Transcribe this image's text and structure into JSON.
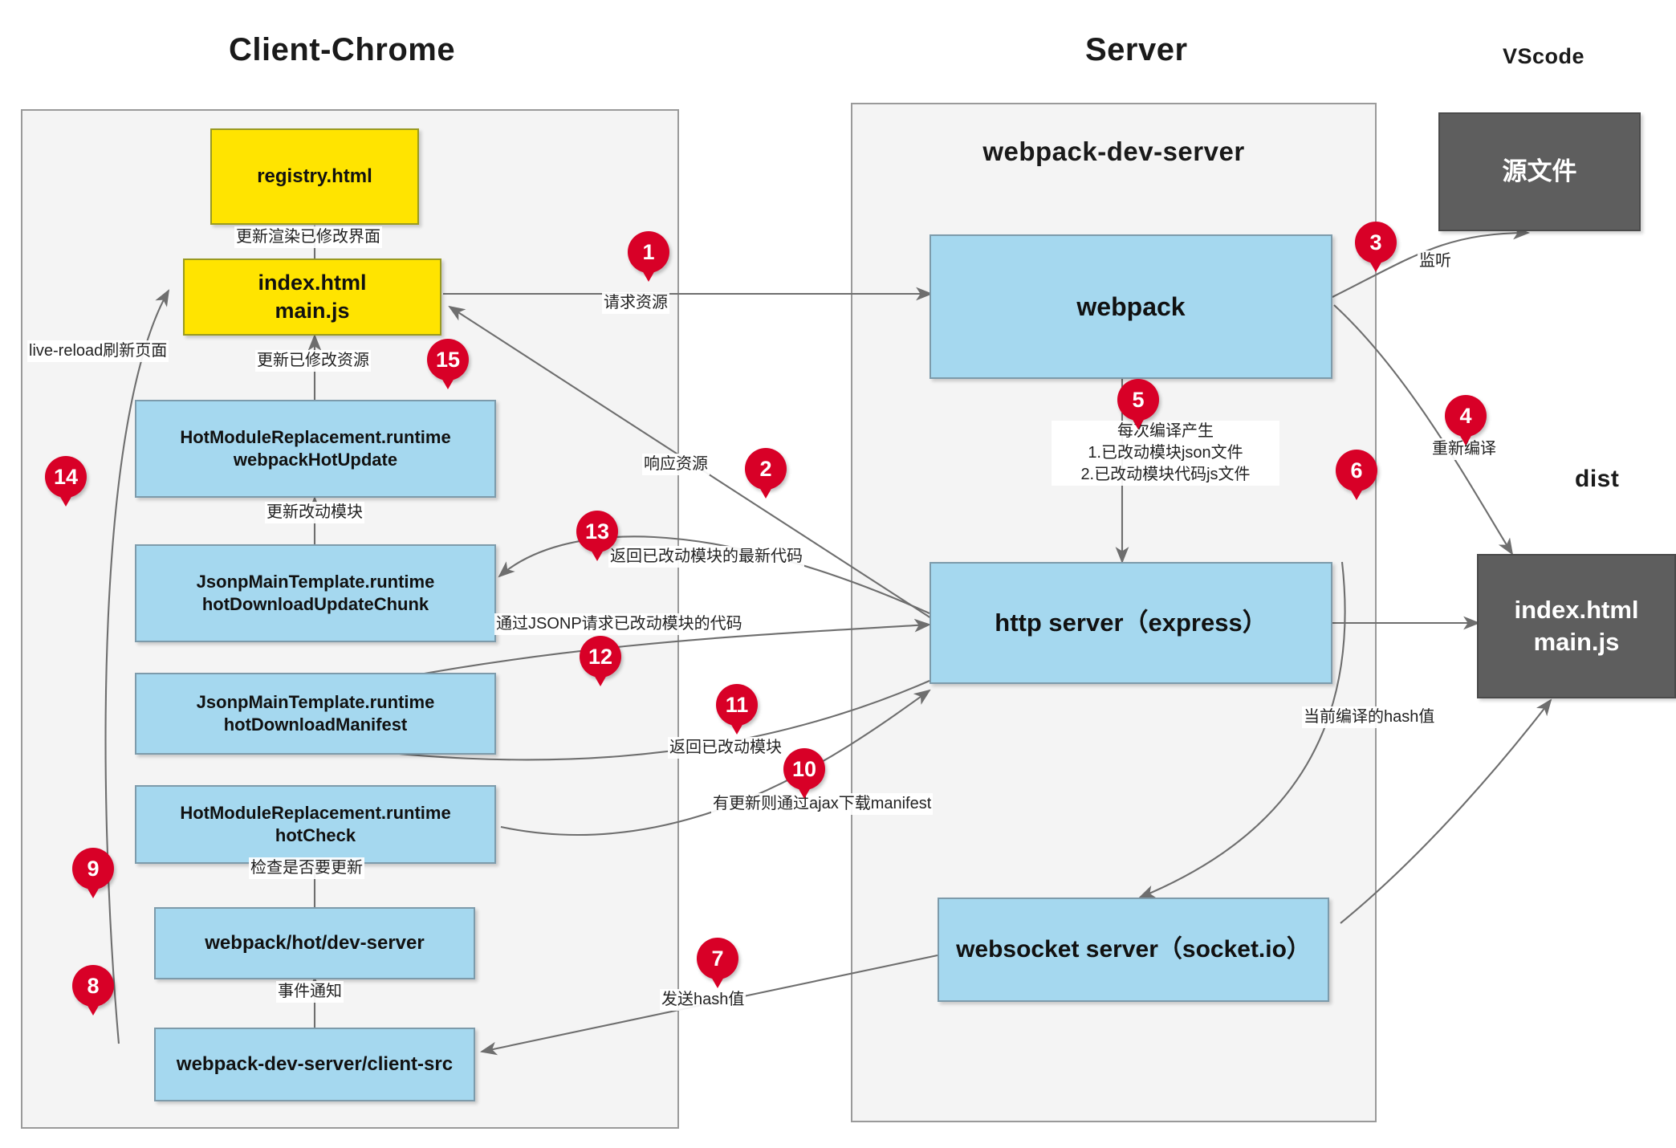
{
  "diagram": {
    "titles": {
      "client": "Client-Chrome",
      "server": "Server",
      "vscode": "VScode",
      "dist": "dist"
    },
    "panels": {
      "client_header": "",
      "server_header": "webpack-dev-server"
    },
    "nodes": {
      "registry_html": "registry.html",
      "index_main_client": "index.html\nmain.js",
      "hmr_runtime_hotupdate": "HotModuleReplacement.runtime\nwebpackHotUpdate",
      "jsonp_hotdownloadupdatechunk": "JsonpMainTemplate.runtime\nhotDownloadUpdateChunk",
      "jsonp_hotdownloadmanifest": "JsonpMainTemplate.runtime\nhotDownloadManifest",
      "hmr_runtime_hotcheck": "HotModuleReplacement.runtime\nhotCheck",
      "webpack_hot_dev_server": "webpack/hot/dev-server",
      "wds_client_src": "webpack-dev-server/client-src",
      "webpack": "webpack",
      "http_server": "http server（express）",
      "websocket_server": "websocket server（socket.io）",
      "source_files": "源文件",
      "dist_files": "index.html\nmain.js"
    },
    "edge_labels": {
      "render_updated_ui": "更新渲染已修改界面",
      "update_modified_assets": "更新已修改资源",
      "update_changed_module": "更新改动模块",
      "live_reload_refresh": "live-reload刷新页面",
      "check_need_update": "检查是否要更新",
      "event_notify": "事件通知",
      "request_resource": "请求资源",
      "response_resource": "响应资源",
      "watch": "监听",
      "recompile": "重新编译",
      "each_compile_produces": "每次编译产生\n1.已改动模块json文件\n2.已改动模块代码js文件",
      "current_compile_hash": "当前编译的hash值",
      "send_hash": "发送hash值",
      "download_manifest_via_ajax": "有更新则通过ajax下载manifest",
      "return_changed_module": "返回已改动模块",
      "jsonp_request_changed_module_code": "通过JSONP请求已改动模块的代码",
      "return_latest_code_of_changed_module": "返回已改动模块的最新代码"
    },
    "steps": [
      {
        "n": "1"
      },
      {
        "n": "2"
      },
      {
        "n": "3"
      },
      {
        "n": "4"
      },
      {
        "n": "5"
      },
      {
        "n": "6"
      },
      {
        "n": "7"
      },
      {
        "n": "8"
      },
      {
        "n": "9"
      },
      {
        "n": "10"
      },
      {
        "n": "11"
      },
      {
        "n": "12"
      },
      {
        "n": "13"
      },
      {
        "n": "14"
      },
      {
        "n": "15"
      }
    ],
    "colors": {
      "badge": "#d80027",
      "yellow_node": "#ffe400",
      "blue_node": "#a5d8ef",
      "dark_node": "#5e5e5e",
      "panel_bg": "#f4f4f4",
      "edge": "#6e6e6e"
    }
  }
}
